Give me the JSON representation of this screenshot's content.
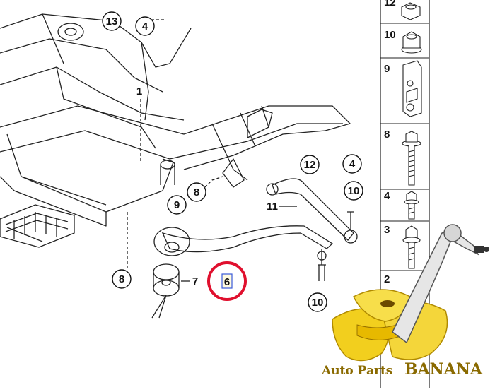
{
  "callouts": {
    "c13": "13",
    "c4_top": "4",
    "c1": "1",
    "c12": "12",
    "c4_right": "4",
    "c8_mid": "8",
    "c9": "9",
    "c11": "11",
    "c10_right": "10",
    "c7": "7",
    "c8_left": "8",
    "c6": "6",
    "c10_bottom": "10"
  },
  "parts_list": [
    "12",
    "10",
    "9",
    "8",
    "4",
    "3",
    "2"
  ],
  "highlight": {
    "part": "6",
    "ring_color": "#e0102e",
    "box_color": "#3a5bd9"
  },
  "watermark": {
    "text_a": "Auto Parts ",
    "text_b": "BANANA",
    "color": "#8a6a00"
  },
  "colors": {
    "line": "#222222",
    "banana": "#f2cf1e",
    "arm": "#e6e6e6"
  }
}
